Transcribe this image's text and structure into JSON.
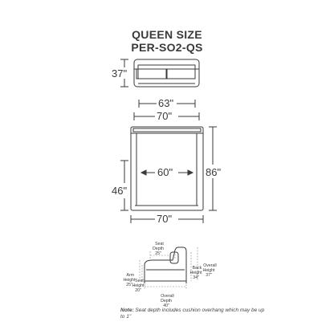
{
  "title": {
    "line1": "QUEEN SIZE",
    "line2": "PER-SO2-QS"
  },
  "top_view": {
    "height": "37\"",
    "inner_width": "63\"",
    "outer_width": "70\""
  },
  "bed_view": {
    "outer_width": "70\"",
    "length": "86\"",
    "mattress_width": "60\"",
    "depth": "46\"",
    "bottom_width": "70\""
  },
  "side_view": {
    "seat_depth_label": "Seat\nDepth",
    "seat_depth_value": "25\"",
    "back_height_label": "Back\nHeight",
    "back_height_value": "34\"",
    "overall_height_label": "Overall\nHeight",
    "overall_height_value": "37\"",
    "arm_height_label": "Arm\nHeight",
    "arm_height_value": "25\"",
    "seat_height_label": "Seat\nHeight",
    "seat_height_value": "20\"",
    "overall_depth_label": "Overall\nDepth",
    "overall_depth_value": "40\""
  },
  "note": {
    "label": "Note:",
    "text": "Seat depth includes cushion overhang which may be up to 1\""
  }
}
